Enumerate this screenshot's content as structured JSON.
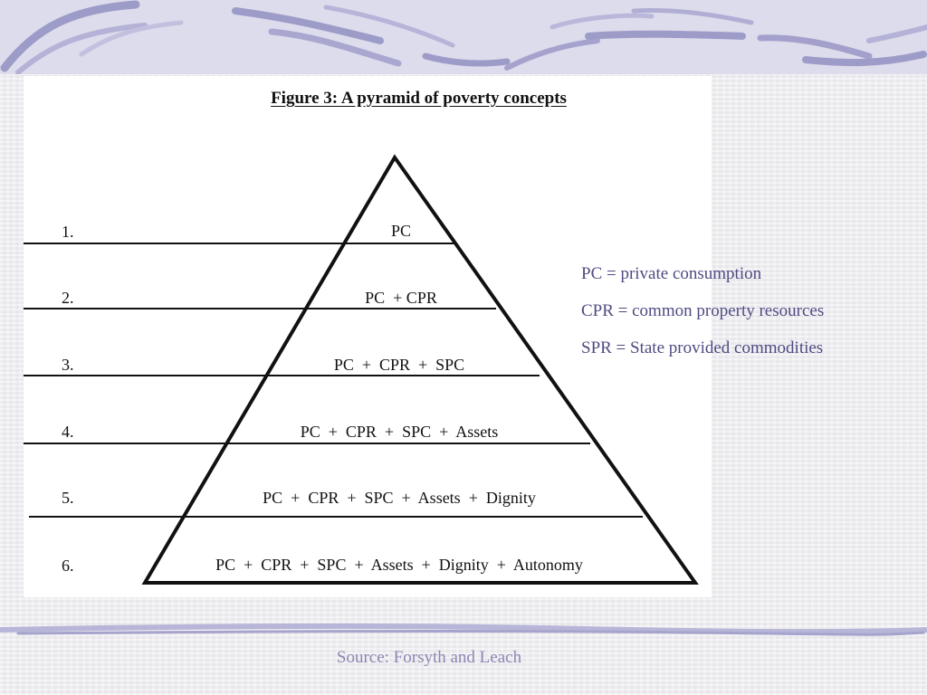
{
  "figure": {
    "title": "Figure 3: A pyramid of poverty concepts",
    "rows": [
      {
        "number": "1.",
        "text": "PC"
      },
      {
        "number": "2.",
        "text": "PC  + CPR"
      },
      {
        "number": "3.",
        "text": "PC  +  CPR  +  SPC"
      },
      {
        "number": "4.",
        "text": "PC  +  CPR  +  SPC  +  Assets"
      },
      {
        "number": "5.",
        "text": "PC  +  CPR  +  SPC  +  Assets  +  Dignity"
      },
      {
        "number": "6.",
        "text": "PC  +  CPR  +  SPC  +  Assets  +  Dignity  +  Autonomy"
      }
    ]
  },
  "legend": {
    "pc": "PC = private consumption",
    "cpr": "CPR = common property resources",
    "spr": "SPR = State provided commodities"
  },
  "source": "Source: Forsyth and Leach",
  "colors": {
    "legend_text": "#4e4b82",
    "source_text": "#8b88b3",
    "banner": "#dcdcec"
  }
}
